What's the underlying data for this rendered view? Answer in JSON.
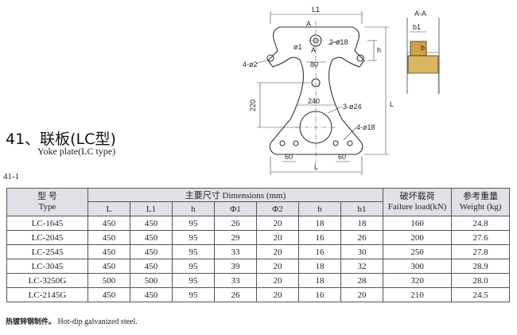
{
  "drawing": {
    "labels": {
      "L1": "L1",
      "A_top": "A",
      "phi1": "ø1",
      "A_section": "A",
      "hole_2": "2-ø18",
      "h": "h",
      "dim80": "80",
      "holes_4_phi2": "4-ø2",
      "dim220": "220",
      "dim240": "240",
      "holes_3": "3-ø24",
      "L_side": "L",
      "holes_4_18": "4-ø18",
      "dim60_left": "60",
      "dim60_right": "60",
      "L_bottom": "L",
      "section": "A-A",
      "b1": "b1",
      "b": "b"
    }
  },
  "title": "41、联板(LC型)",
  "subtitle": "Yoke plate(LC type)",
  "figure_number": "41-1",
  "table": {
    "header": {
      "model_cn": "型 号",
      "model_en": "Type",
      "dims_group": "主要尺寸 Dimensions (mm)",
      "failure_cn": "破坏载荷",
      "failure_en": "Failure load(kN)",
      "weight_cn": "参考重量",
      "weight_en": "Weight (kg)",
      "dims": [
        "L",
        "L1",
        "h",
        "Φ1",
        "Φ2",
        "b",
        "b1"
      ]
    },
    "rows": [
      [
        "LC-1645",
        "450",
        "450",
        "95",
        "26",
        "20",
        "18",
        "18",
        "160",
        "24.8"
      ],
      [
        "LC-2045",
        "450",
        "450",
        "95",
        "29",
        "20",
        "16",
        "26",
        "200",
        "27.6"
      ],
      [
        "LC-2545",
        "450",
        "450",
        "95",
        "33",
        "20",
        "16",
        "30",
        "250",
        "27.8"
      ],
      [
        "LC-3045",
        "450",
        "450",
        "95",
        "39",
        "20",
        "18",
        "32",
        "300",
        "28.9"
      ],
      [
        "LC-3250G",
        "500",
        "500",
        "95",
        "33",
        "20",
        "18",
        "28",
        "320",
        "28.0"
      ],
      [
        "LC-2145G",
        "450",
        "450",
        "95",
        "26",
        "20",
        "16",
        "20",
        "210",
        "24.5"
      ]
    ]
  },
  "footnote": {
    "cn": "热镀锌钢制件。",
    "en": "Hot-dip galvanized steel."
  }
}
